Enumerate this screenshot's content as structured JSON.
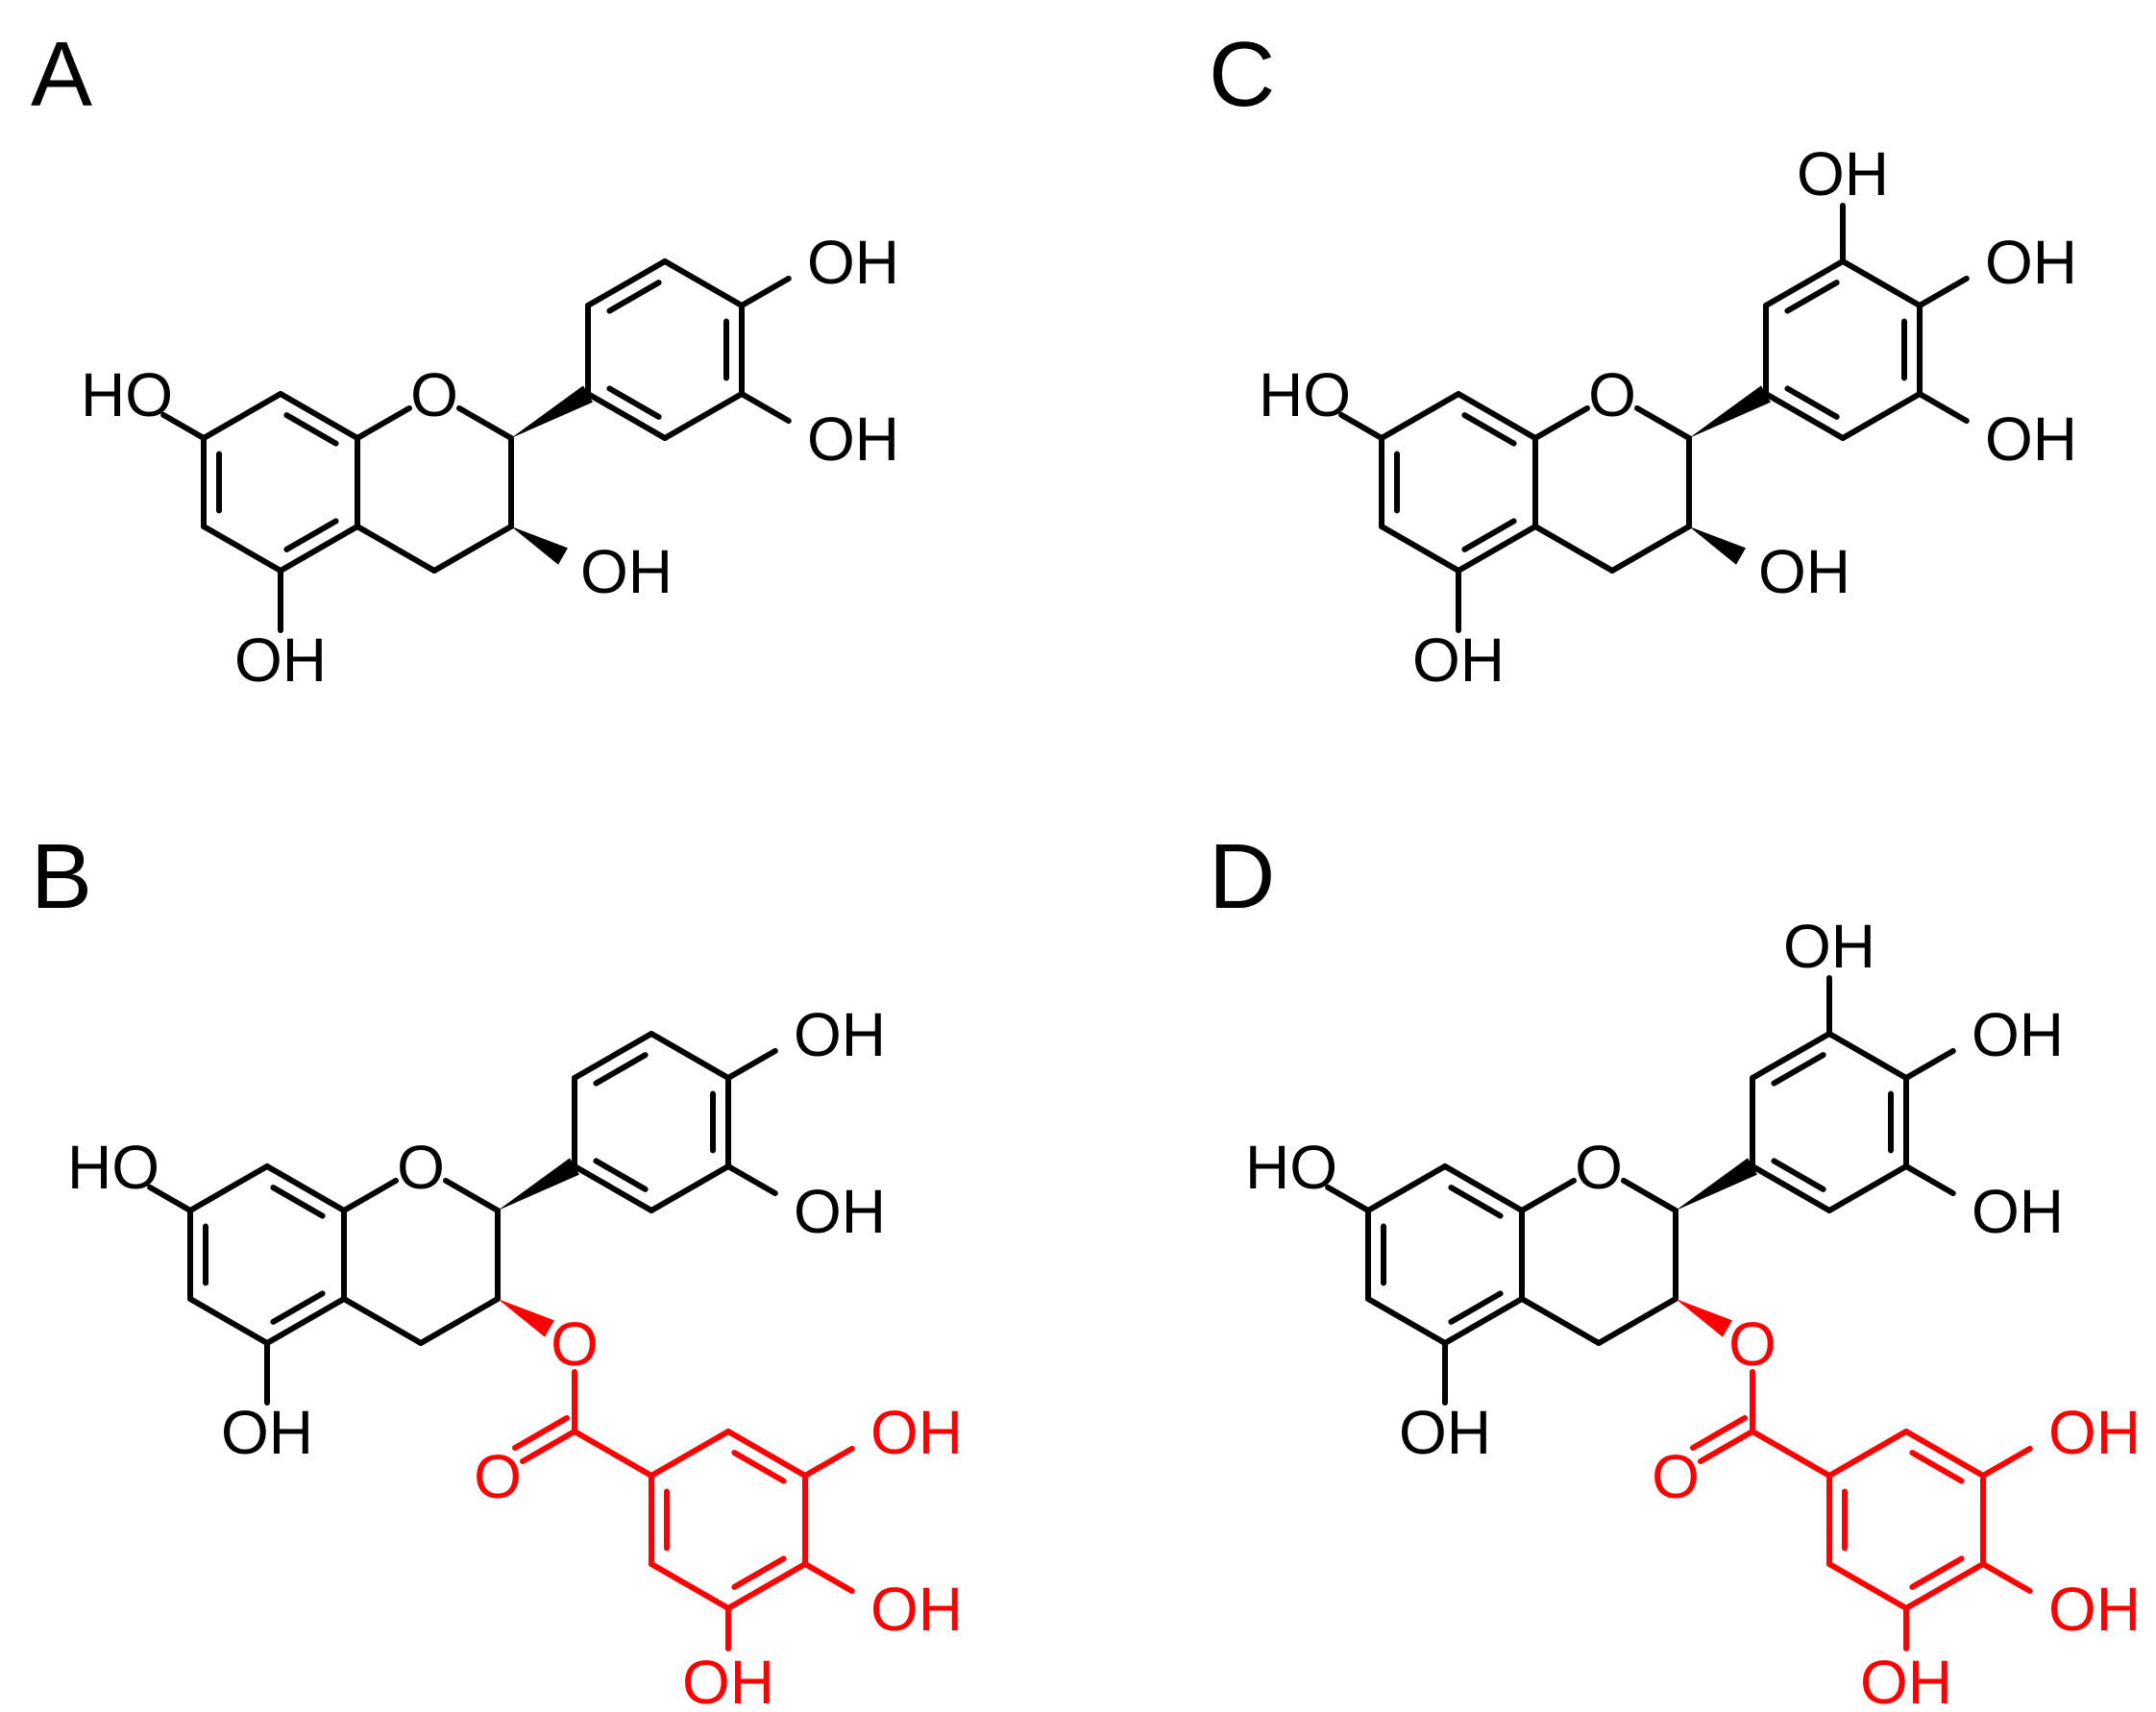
{
  "figure": {
    "ink_color": "#000000",
    "highlight_color": "#ff0000",
    "panels": [
      {
        "id": "A",
        "label": "A",
        "skeleton": "trihydroxyphenyl-free",
        "b_ring_substituents": [
          "OH",
          "OH"
        ],
        "galloyl_ester": false,
        "atom_labels": {
          "ho7": "HO",
          "oh5": "OH",
          "oh3": "OH",
          "ring_o": "O",
          "b_oh_upper": "OH",
          "b_oh_lower": "OH"
        }
      },
      {
        "id": "B",
        "label": "B",
        "b_ring_substituents": [
          "OH",
          "OH"
        ],
        "galloyl_ester": true,
        "atom_labels": {
          "ho7": "HO",
          "oh5": "OH",
          "ring_o": "O",
          "b_oh_upper": "OH",
          "b_oh_lower": "OH",
          "ester_o": "O",
          "carbonyl_o": "O",
          "g_oh_1": "OH",
          "g_oh_2": "OH",
          "g_oh_3": "OH"
        }
      },
      {
        "id": "C",
        "label": "C",
        "b_ring_substituents": [
          "OH",
          "OH",
          "OH"
        ],
        "galloyl_ester": false,
        "atom_labels": {
          "ho7": "HO",
          "oh5": "OH",
          "oh3": "OH",
          "ring_o": "O",
          "b_oh_top": "OH",
          "b_oh_mid": "OH",
          "b_oh_bot": "OH"
        }
      },
      {
        "id": "D",
        "label": "D",
        "b_ring_substituents": [
          "OH",
          "OH",
          "OH"
        ],
        "galloyl_ester": true,
        "atom_labels": {
          "ho7": "HO",
          "oh5": "OH",
          "ring_o": "O",
          "b_oh_top": "OH",
          "b_oh_mid": "OH",
          "b_oh_bot": "OH",
          "ester_o": "O",
          "carbonyl_o": "O",
          "g_oh_1": "OH",
          "g_oh_2": "OH",
          "g_oh_3": "OH"
        }
      }
    ]
  }
}
